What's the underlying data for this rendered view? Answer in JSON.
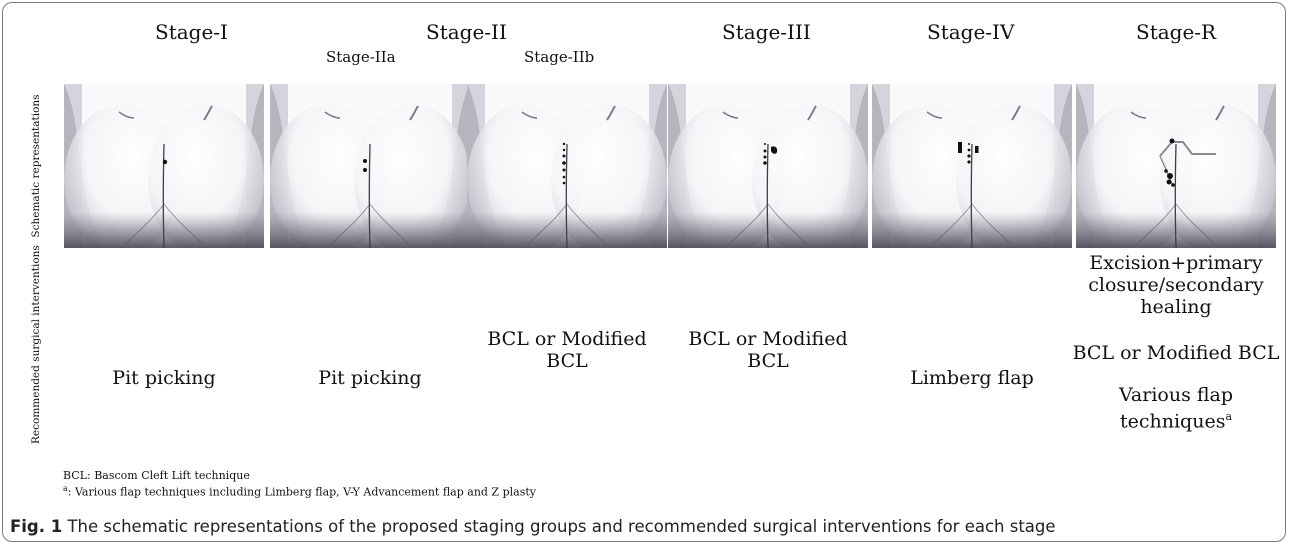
{
  "stages": {
    "s1": "Stage-I",
    "s2": "Stage-II",
    "s2a": "Stage-IIa",
    "s2b": "Stage-IIb",
    "s3": "Stage-III",
    "s4": "Stage-IV",
    "sr": "Stage-R"
  },
  "row_labels": {
    "schematic": "Schematic representations",
    "interventions": "Recommended surgical interventions"
  },
  "interventions": {
    "s1": "Pit picking",
    "s2a": "Pit picking",
    "s2b_line1": "BCL or Modified",
    "s2b_line2": "BCL",
    "s3_line1": "BCL or Modified",
    "s3_line2": "BCL",
    "s4": "Limberg flap",
    "sr_line1": "Excision+primary",
    "sr_line2": "closure/secondary",
    "sr_line3": "healing",
    "sr_line4": "BCL or Modified BCL",
    "sr_line5": "Various flap",
    "sr_line6": "techniques",
    "sr_sup": "a"
  },
  "footnotes": {
    "bcl": "BCL: Bascom Cleft Lift technique",
    "a_mark": "a",
    "a_text": ": Various flap techniques including Limberg flap, V-Y Advancement flap and Z plasty"
  },
  "caption": {
    "label": "Fig. 1",
    "text": " The schematic representations of the proposed staging groups and recommended surgical interventions for each stage"
  }
}
